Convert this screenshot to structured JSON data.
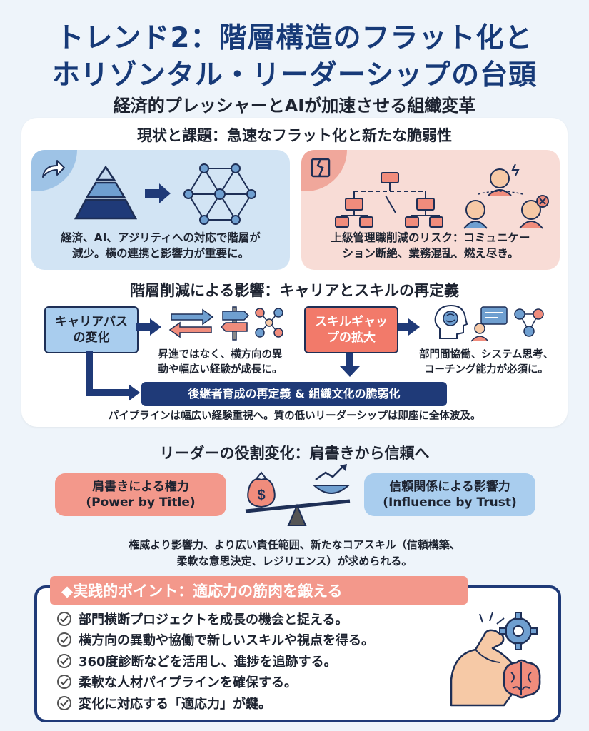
{
  "header": {
    "title_line1": "トレンド2：階層構造のフラット化と",
    "title_line2": "ホリゾンタル・リーダーシップの台頭",
    "subtitle": "経済的プレッシャーとAIが加速させる組織変革"
  },
  "section1": {
    "heading": "現状と課題：急速なフラット化と新たな脆弱性",
    "left_text_line1": "経済、AI、アジリティへの対応で階層が",
    "left_text_line2": "減少。横の連携と影響力が重要に。",
    "right_text_line1": "上級管理職削減のリスク：コミュニケー",
    "right_text_line2": "ション断絶、業務混乱、燃え尽き。"
  },
  "section2": {
    "heading": "階層削減による影響：キャリアとスキルの再定義",
    "career_box_line1": "キャリアパス",
    "career_box_line2": "の変化",
    "career_desc_line1": "昇進ではなく、横方向の異",
    "career_desc_line2": "動や幅広い経験が成長に。",
    "skill_box_line1": "スキルギャッ",
    "skill_box_line2": "プの拡大",
    "skill_desc_line1": "部門間協働、システム思考、",
    "skill_desc_line2": "コーチング能力が必須に。",
    "succession_label": "後継者育成の再定義 & 組織文化の脆弱化",
    "succession_desc": "パイプラインは幅広い経験重視へ。質の低いリーダーシップは即座に全体波及。"
  },
  "section3": {
    "heading": "リーダーの役割変化：肩書きから信頼へ",
    "power_jp": "肩書きによる権力",
    "power_en": "(Power by Title)",
    "trust_jp": "信頼関係による影響力",
    "trust_en": "(Influence by Trust)",
    "money_symbol": "$",
    "desc_line1": "権威より影響力、より広い責任範囲、新たなコアスキル（信頼構築、",
    "desc_line2": "柔軟な意思決定、レジリエンス）が求められる。"
  },
  "practice": {
    "tag": "◆実践的ポイント：適応力の筋肉を鍛える",
    "items": [
      "部門横断プロジェクトを成長の機会と捉える。",
      "横方向の異動や協働で新しいスキルや視点を得る。",
      "360度診断などを活用し、進捗を追跡する。",
      "柔軟な人材パイプラインを確保する。",
      "変化に対応する「適応力」が鍵。"
    ]
  },
  "colors": {
    "navy": "#1f3a78",
    "light_blue": "#a9cdee",
    "coral": "#f27a6a",
    "pink": "#f3988b"
  }
}
